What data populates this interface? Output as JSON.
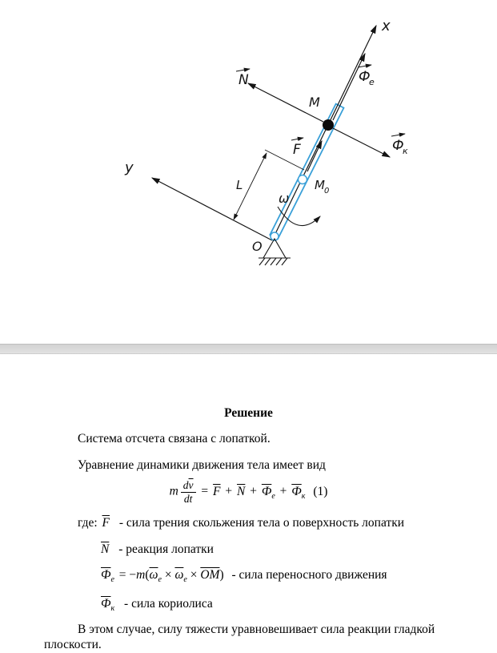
{
  "figure": {
    "rod_color": "#3aa0d8",
    "labels": {
      "x": "x",
      "y": "y",
      "O": "O",
      "M": "M",
      "M0_base": "M",
      "M0_sub": "0",
      "omega": "ω",
      "L": "L",
      "N": "N",
      "F": "F",
      "Phi": "Ф",
      "Phi_e_sub": "e",
      "Phi_k_sub": "к"
    }
  },
  "solution": {
    "heading": "Решение",
    "para1": "Система отсчета связана с лопаткой.",
    "para2": "Уравнение динамики движения тела имеет вид",
    "equation": {
      "m": "m",
      "d": "d",
      "v": "v",
      "den": "dt",
      "equals": "=",
      "plus": "+",
      "F": "F",
      "N": "N",
      "Phi": "Ф",
      "sub_e": "е",
      "sub_k": "к",
      "number": "(1)"
    },
    "terms": {
      "lead": "где:",
      "t1": {
        "sym": "F",
        "desc": "- сила трения скольжения тела о поверхность лопатки"
      },
      "t2": {
        "sym": "N",
        "desc": "- реакция лопатки"
      },
      "t3": {
        "sym": "Ф",
        "sub": "е",
        "eq": "= −",
        "m": "m",
        "open": "(",
        "omega": "ω",
        "osub": "е",
        "times": "×",
        "OM": "OM",
        "close": ")",
        "desc": "- сила переносного движения"
      },
      "t4": {
        "sym": "Ф",
        "sub": "к",
        "desc": "- сила кориолиса"
      }
    },
    "para3_l1": "В этом случае, силу тяжести уравновешивает сила реакции гладкой",
    "para3_l2": "плоскости."
  }
}
